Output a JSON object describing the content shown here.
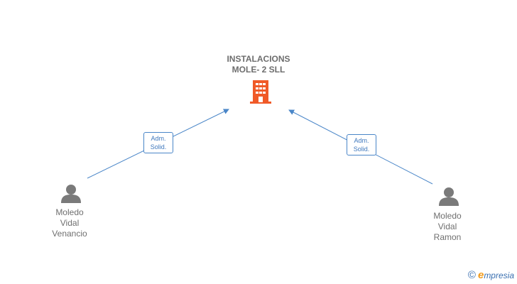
{
  "company": {
    "line1": "INSTALACIONS",
    "line2": "MOLE- 2 SLL",
    "icon": "building-icon",
    "icon_color": "#f05a28"
  },
  "persons": [
    {
      "line1": "Moledo",
      "line2": "Vidal",
      "line3": "Venancio",
      "icon": "person-icon"
    },
    {
      "line1": "Moledo",
      "line2": "Vidal",
      "line3": "Ramon",
      "icon": "person-icon"
    }
  ],
  "relations": [
    {
      "line1": "Adm.",
      "line2": "Solid."
    },
    {
      "line1": "Adm.",
      "line2": "Solid."
    }
  ],
  "colors": {
    "edge": "#4a86c8",
    "person_icon": "#7a7a7a",
    "text": "#6f6f6f"
  },
  "footer": {
    "copyright": "©",
    "brand_first": "e",
    "brand_rest": "mpresia"
  }
}
